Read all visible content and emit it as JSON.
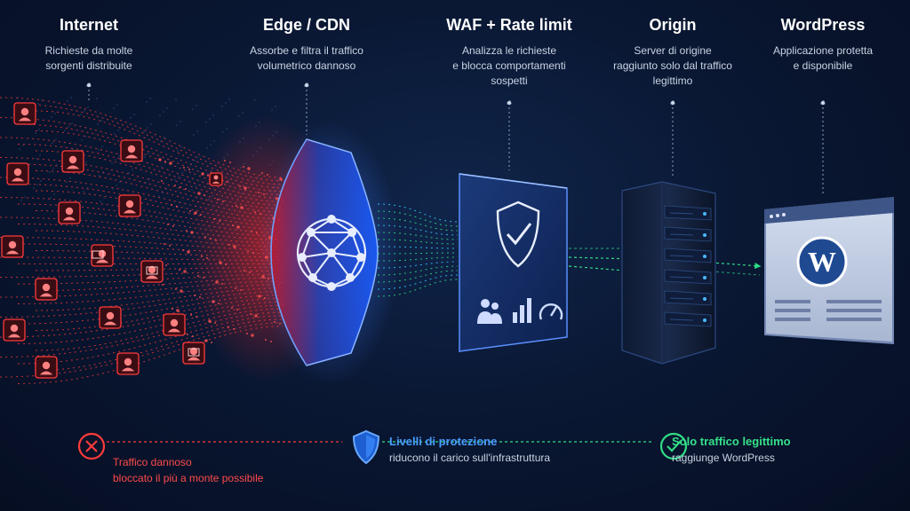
{
  "stages": [
    {
      "id": "internet",
      "title": "Internet",
      "desc": "Richieste da molte\nsorgenti distribuite"
    },
    {
      "id": "edge",
      "title": "Edge / CDN",
      "desc": "Assorbe e filtra il traffico\nvolumetrico dannoso"
    },
    {
      "id": "waf",
      "title": "WAF + Rate limit",
      "desc": "Analizza le richieste\ne blocca comportamenti\nsospetti"
    },
    {
      "id": "origin",
      "title": "Origin",
      "desc": "Server di origine\nraggiunto solo dal traffico\nlegittimo"
    },
    {
      "id": "wordpress",
      "title": "WordPress",
      "desc": "Applicazione protetta\ne disponibile"
    }
  ],
  "legend": {
    "bad": {
      "title": "Traffico dannoso",
      "desc": "bloccato il più a monte possibile",
      "color": "#ff3b3b",
      "icon": "x-circle-icon"
    },
    "protection": {
      "title": "Livelli di protezione",
      "desc": "riducono il carico sull'infrastruttura",
      "color": "#3d8bff",
      "icon": "shield-icon"
    },
    "ok": {
      "title": "Solo traffico legittimo",
      "desc": "raggiunge WordPress",
      "color": "#2fdc85",
      "icon": "check-circle-icon"
    }
  },
  "colors": {
    "malicious": "#ff3b3b",
    "edge": "#3d7bff",
    "clean": "#2fdc85",
    "cyan": "#38c8ff"
  },
  "icons": [
    "hacker-icon",
    "laptop-icon",
    "globe-network-icon",
    "shield-check-icon",
    "users-icon",
    "bar-chart-icon",
    "gauge-icon",
    "server-rack-icon",
    "wordpress-logo-icon"
  ]
}
